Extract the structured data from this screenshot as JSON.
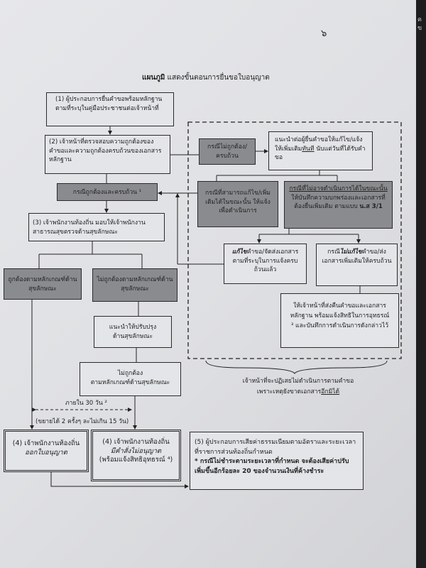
{
  "page_number": "๖",
  "edge_chars": [
    "ค",
    "ข"
  ],
  "title_bold": "แผนภูมิ",
  "title_rest": "แสดงขั้นตอนการยื่นขอใบอนุญาต",
  "step1": "(1) ผู้ประกอบการยื่นคำขอพร้อมหลักฐานตามที่ระบุในคู่มือประชาชนต่อเจ้าหน้าที่",
  "step2": "(2) เจ้าหน้าที่ตรวจสอบความถูกต้องของคำขอและความถูกต้องครบถ้วนของเอกสารหลักฐาน",
  "correct_complete": "กรณีถูกต้องและครบถ้วน ¹",
  "step3": "(3) เจ้าพนักงานท้องถิ่น มอบให้เจ้าพนักงานสาธารณสุขตรวจด้านสุขลักษณะ",
  "hygiene_ok": "ถูกต้องตามหลักเกณฑ์ด้านสุขลักษณะ",
  "hygiene_not_ok": "ไม่ถูกต้องตามหลักเกณฑ์ด้านสุขลักษณะ",
  "advise_improve": "แนะนำให้ปรับปรุงด้านสุขลักษณะ",
  "still_not_ok_1": "ไม่ถูกต้อง",
  "still_not_ok_2": "ตามหลักเกณฑ์ด้านสุขลักษณะ",
  "within_days": "ภายใน 30 วัน ²",
  "extension": "(ขยายได้ 2 ครั้งๆ ละไม่เกิน 15 วัน)",
  "step4a_1": "(4) เจ้าพนักงานท้องถิ่น",
  "step4a_2": "ออกใบอนุญาต",
  "step4b_1": "(4) เจ้าพนักงานท้องถิ่น",
  "step4b_2": "มีคำสั่งไม่อนุญาต",
  "step4b_3": "(พร้อมแจ้งสิทธิอุทธรณ์ ⁴)",
  "step5_1": "(5) ผู้ประกอบการเสียค่าธรรมเนียมตามอัตราและระยะเวลาที่ราชการส่วนท้องถิ่นกำหนด",
  "step5_2": "* กรณีไม่ชำระตามระยะเวลาที่กำหนด จะต้องเสียค่าปรับเพิ่มขึ้นอีกร้อยละ 20 ของจำนวนเงินที่ค้างชำระ",
  "incorrect": "กรณีไม่ถูกต้อง/ครบถ้วน",
  "advise_applicant_a": "แนะนำต่อผู้ยื่นคำขอให้แก้ไข/แจ้งให้เพิ่มเติม",
  "advise_applicant_u": "ทันที",
  "advise_applicant_b": " นับแต่วันที่ได้รับคำขอ",
  "can_fix": "กรณีที่สามารถแก้ไข/เพิ่มเติมได้ในขณะนั้น ให้แจ้งเพื่อดำเนินการ",
  "cannot_fix_u": "กรณีที่ไม่อาจดำเนินการได้ในขณะนั้น",
  "cannot_fix_rest": " ให้บันทึกความบกพร่องและเอกสารที่ต้องยื่นเพิ่มเติม ตามแบบ ",
  "cannot_fix_form": "น.ส 3/1",
  "fixed_b": "แก้ไข",
  "fixed_rest": "คำขอ/จัดส่งเอกสารตามที่ระบุในการแจ้งครบถ้วนแล้ว",
  "not_fixed_pre": "กรณี",
  "not_fixed_b": "ไม่แก้ไข",
  "not_fixed_rest": "คำขอ/ส่งเอกสารเพิ่มเติมให้ครบถ้วน",
  "return_docs": "ให้เจ้าหน้าที่ส่งคืนคำขอและเอกสารหลักฐาน พร้อมแจ้งสิทธิในการอุทธรณ์ ³ และบันทึกการดำเนินการดังกล่าวไว้",
  "reject_1": "เจ้าหน้าที่จะปฏิเสธไม่ดำเนินการตามคำขอ",
  "reject_2a": "เพราะเหตุยังขาดเอกสาร",
  "reject_2u": "อีกมิได้"
}
